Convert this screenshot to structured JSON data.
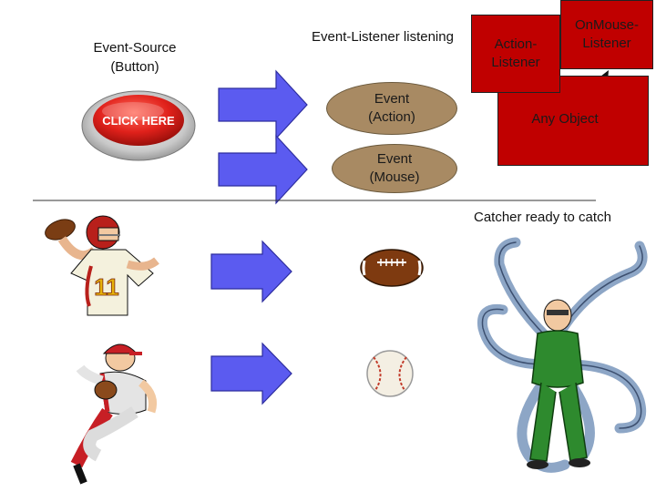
{
  "event_source": {
    "line1": "Event-Source",
    "line2": "(Button)"
  },
  "listener_heading": "Event-Listener listening",
  "click_button": {
    "text": "CLICK HERE"
  },
  "events": {
    "action": {
      "line1": "Event",
      "line2": "(Action)"
    },
    "mouse": {
      "line1": "Event",
      "line2": "(Mouse)"
    }
  },
  "listeners": {
    "action": {
      "line1": "Action-",
      "line2": "Listener"
    },
    "mouse": {
      "line1": "OnMouse-",
      "line2": "Listener"
    },
    "any_object": "Any Object"
  },
  "catcher_caption": "Catcher ready to catch",
  "colors": {
    "arrow_fill": "#5b5bf0",
    "ellipse_fill": "#a88a63",
    "listener_box": "#c00000",
    "button_red": "#e0211b"
  }
}
